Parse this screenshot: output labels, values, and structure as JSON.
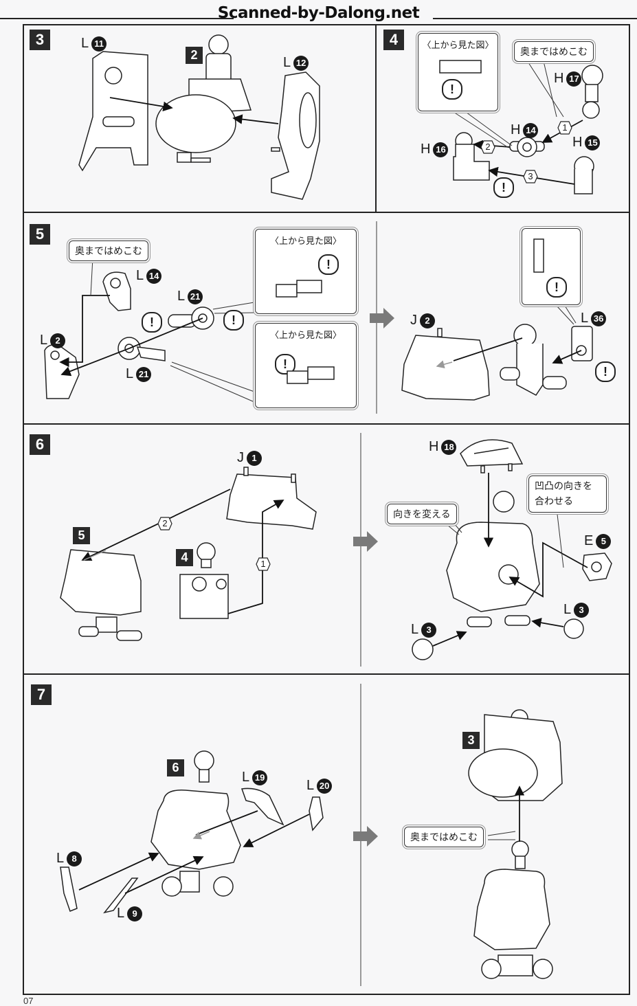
{
  "watermark": "Scanned-by-Dalong.net",
  "page_number": "07",
  "labels": {
    "top_view": "〈上から見た図〉",
    "push_fully": "奥まではめこむ",
    "change_direction": "向きを変える",
    "match_bumps": "凹凸の向きを合わせる",
    "caution": "!"
  },
  "steps": [
    {
      "number": "3",
      "parts": [
        {
          "runner": "L",
          "num": "11"
        },
        {
          "runner": "",
          "sub": "2"
        },
        {
          "runner": "L",
          "num": "12"
        }
      ]
    },
    {
      "number": "4",
      "parts": [
        {
          "runner": "H",
          "num": "17"
        },
        {
          "runner": "H",
          "num": "14"
        },
        {
          "runner": "H",
          "num": "16"
        },
        {
          "runner": "H",
          "num": "15"
        }
      ],
      "order": [
        "1",
        "2",
        "3"
      ]
    },
    {
      "number": "5",
      "parts": [
        {
          "runner": "L",
          "num": "14"
        },
        {
          "runner": "L",
          "num": "21"
        },
        {
          "runner": "L",
          "num": "2"
        },
        {
          "runner": "L",
          "num": "21"
        },
        {
          "runner": "J",
          "num": "2"
        },
        {
          "runner": "L",
          "num": "36"
        }
      ]
    },
    {
      "number": "6",
      "parts": [
        {
          "runner": "J",
          "num": "1"
        },
        {
          "runner": "",
          "sub": "5"
        },
        {
          "runner": "",
          "sub": "4"
        },
        {
          "runner": "H",
          "num": "18"
        },
        {
          "runner": "E",
          "num": "5"
        },
        {
          "runner": "L",
          "num": "3"
        },
        {
          "runner": "L",
          "num": "3"
        }
      ],
      "order": [
        "2",
        "1"
      ]
    },
    {
      "number": "7",
      "parts": [
        {
          "runner": "",
          "sub": "6"
        },
        {
          "runner": "L",
          "num": "19"
        },
        {
          "runner": "L",
          "num": "20"
        },
        {
          "runner": "L",
          "num": "8"
        },
        {
          "runner": "L",
          "num": "9"
        },
        {
          "runner": "",
          "sub": "3"
        }
      ]
    }
  ]
}
